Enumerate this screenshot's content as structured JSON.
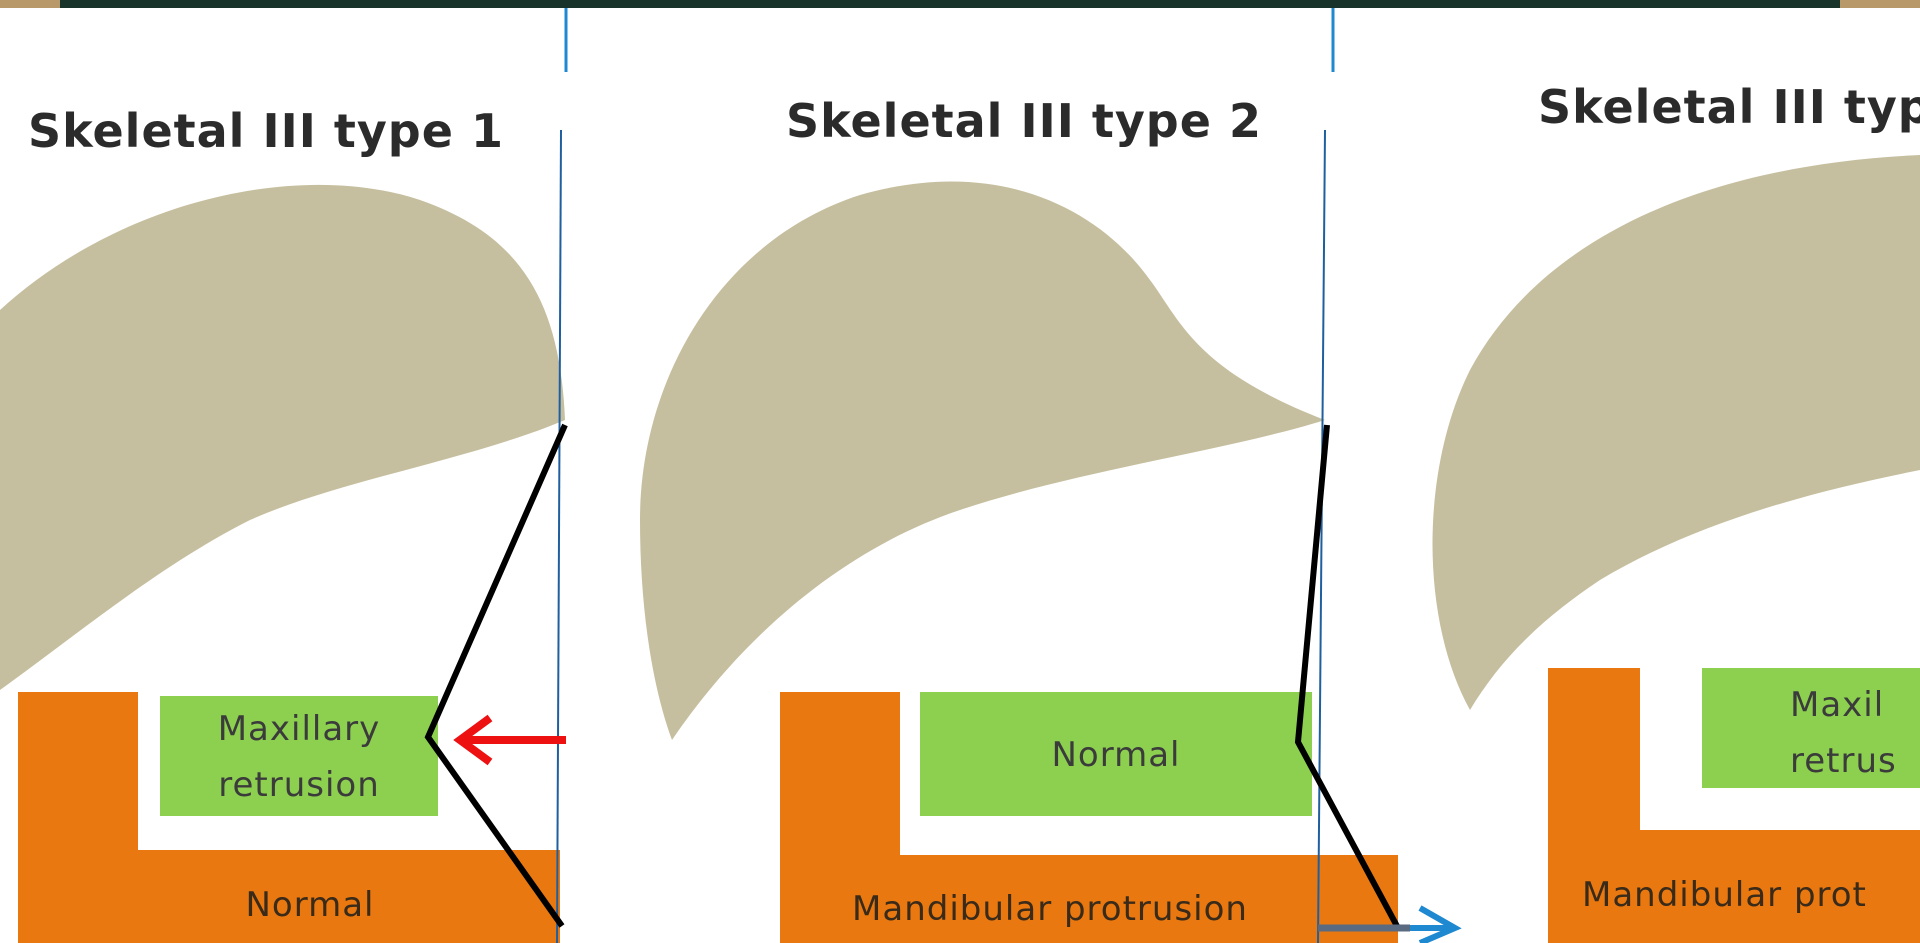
{
  "panels": [
    {
      "title": "Skeletal III type 1",
      "maxilla_label_line1": "Maxillary",
      "maxilla_label_line2": "retrusion",
      "mandible_label": "Normal"
    },
    {
      "title": "Skeletal III type 2",
      "maxilla_label": "Normal",
      "mandible_label": "Mandibular protrusion"
    },
    {
      "title": "Skeletal III typ",
      "maxilla_label_line1": "Maxil",
      "maxilla_label_line2": "retrus",
      "mandible_label": "Mandibular prot"
    }
  ],
  "colors": {
    "skull": "#c6bf9f",
    "mandible": "#e8780f",
    "maxilla_box": "#8dd050",
    "profile_line": "#000000",
    "reference_line": "#1f5f9f",
    "arrow_red": "#ee1111",
    "arrow_blue": "#1e88d0",
    "top_bar": "#17332a"
  }
}
